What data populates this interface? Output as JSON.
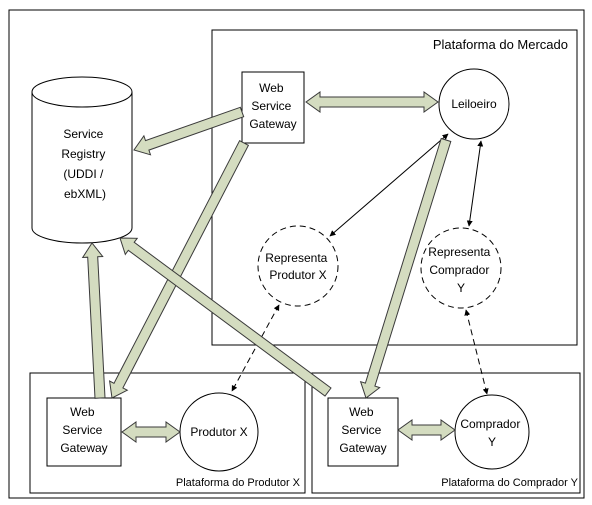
{
  "platforms": {
    "mercado": "Plataforma do Mercado",
    "produtor": "Plataforma do Produtor X",
    "comprador": "Plataforma do Comprador Y"
  },
  "registry": [
    "Service",
    "Registry",
    "(UDDI /",
    "ebXML)"
  ],
  "gateway": [
    "Web",
    "Service",
    "Gateway"
  ],
  "leiloeiro": "Leiloeiro",
  "rep_produtor": [
    "Representa",
    "Produtor X"
  ],
  "rep_comprador": [
    "Representa",
    "Comprador",
    "Y"
  ],
  "produtor": "Produtor X",
  "comprador": [
    "Comprador",
    "Y"
  ],
  "colors": {
    "line": "#000000",
    "arrow_fill": "#d4dcc0",
    "arrow_stroke": "#3a3a3a"
  }
}
